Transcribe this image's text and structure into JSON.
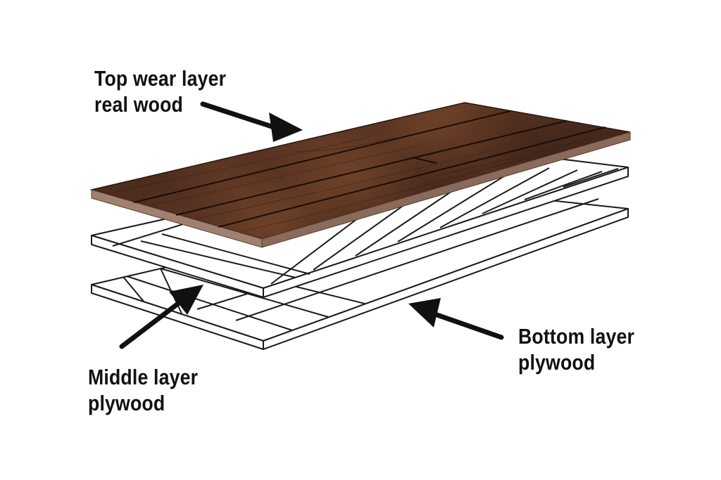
{
  "labels": {
    "top": {
      "line1": "Top wear layer",
      "line2": "real wood"
    },
    "middle": {
      "line1": "Middle layer",
      "line2": "plywood"
    },
    "bottom": {
      "line1": "Bottom layer",
      "line2": "plywood"
    }
  },
  "colors": {
    "wood_dark": "#3a2218",
    "wood_mid": "#5a3424",
    "wood_light": "#7a4a30",
    "line": "#1a1a1a",
    "ply": "#ffffff"
  }
}
